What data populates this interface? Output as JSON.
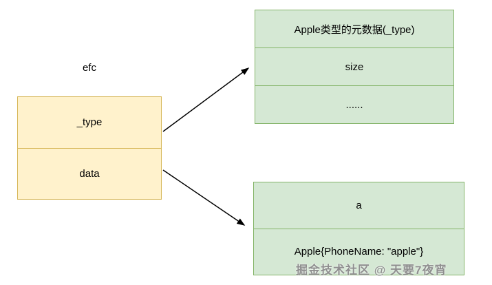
{
  "diagram": {
    "efc_label": "efc",
    "left_box": {
      "rows": [
        "_type",
        "data"
      ]
    },
    "top_right_box": {
      "rows": [
        "Apple类型的元数据(_type)",
        "size",
        "......"
      ]
    },
    "bottom_right_box": {
      "rows": [
        "a",
        "Apple{PhoneName: \"apple\"}"
      ]
    },
    "watermark": "掘金技术社区 @ 天要7夜宵",
    "colors": {
      "yellow_fill": "#fff2cc",
      "yellow_border": "#d6b656",
      "green_fill": "#d5e8d4",
      "green_border": "#82b366",
      "arrow": "#000000"
    }
  }
}
